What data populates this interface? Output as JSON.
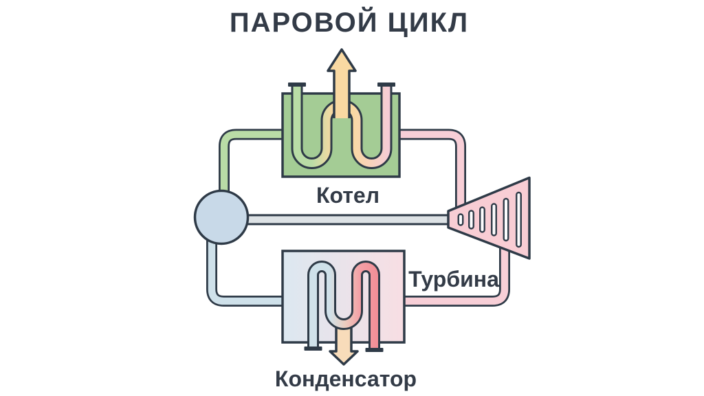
{
  "title": "ПАРОВОЙ ЦИКЛ",
  "diagram": {
    "boiler_label": "Котел",
    "turbine_label": "Турбина",
    "condenser_label": "Конденсатор"
  },
  "colors": {
    "background": "#ffffff",
    "outline": "#2e3a47",
    "text": "#333b47",
    "boiler_fill": "#a4cc95",
    "feedwater_pipe_green": "#b9dca6",
    "steam_pipe_pink": "#f8cfd7",
    "condensate_pipe_blue": "#cfe1ea",
    "steam_arrow_yellow": "#f9d9a2",
    "turbine_fill": "#f8cdd4",
    "turbine_slot_fill": "#fdfdfe",
    "shaft_fill": "#dde2e5",
    "pump_fill": "#c8d9e8",
    "condenser_fill_left": "#dce8f1",
    "condenser_fill_right": "#f8dee3",
    "condenser_hot_tube": "#f3959c",
    "heat_arrow_peach": "#f8dcba"
  }
}
